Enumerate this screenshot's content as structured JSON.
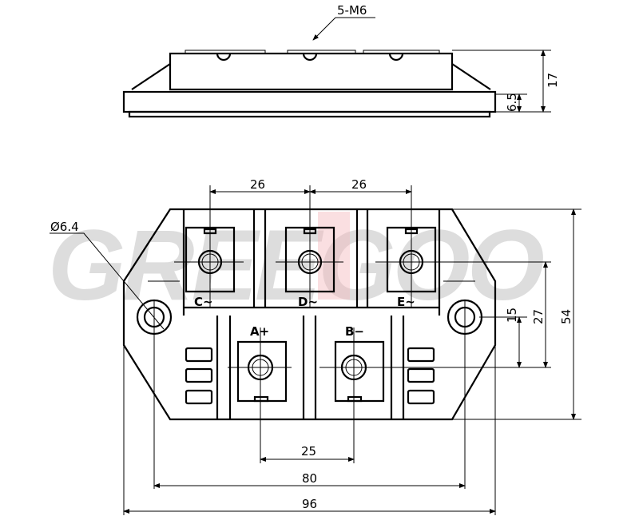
{
  "watermark": {
    "text": "GREEGOO",
    "accent_color": "#f3b8bd",
    "base_color": "#d8d8d8"
  },
  "side_view": {
    "screw_callout": "5-M6",
    "height_total": "17",
    "base_height": "6.5"
  },
  "top_view": {
    "hole_diameter": "Ø6.4",
    "spacing_left": "26",
    "spacing_right": "26",
    "terminals": [
      {
        "label": "C~"
      },
      {
        "label": "D~"
      },
      {
        "label": "E~"
      },
      {
        "label": "A+"
      },
      {
        "label": "B−"
      }
    ],
    "dim_lower_spacing": "25",
    "dim_mount_spacing": "80",
    "dim_total_width": "96",
    "dim_15": "15",
    "dim_27": "27",
    "dim_height": "54"
  }
}
